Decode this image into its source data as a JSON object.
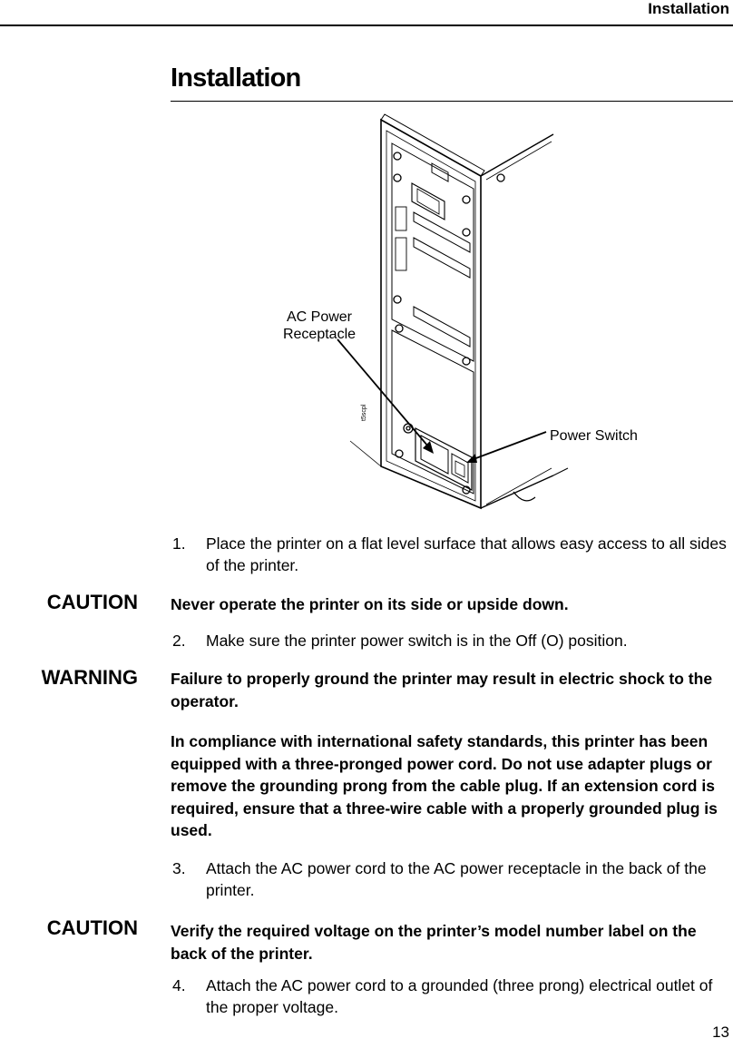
{
  "header": {
    "running_title": "Installation"
  },
  "section": {
    "title": "Installation"
  },
  "figure": {
    "callouts": {
      "ac_power_line1": "AC Power",
      "ac_power_line2": "Receptacle",
      "power_switch": "Power Switch"
    },
    "code": "t5scpl"
  },
  "steps": [
    {
      "number": "1.",
      "text": "Place the printer on a flat level surface that allows easy access to all sides of the printer."
    },
    {
      "number": "2.",
      "text": "Make sure the printer power switch is in the Off (O) position."
    },
    {
      "number": "3.",
      "text": "Attach the AC power cord to the AC power receptacle in the back of the printer."
    },
    {
      "number": "4.",
      "text": "Attach the AC power cord to a grounded (three prong) electrical outlet of the proper voltage."
    }
  ],
  "notices": [
    {
      "label": "CAUTION",
      "text": "Never operate the printer on its side or upside down."
    },
    {
      "label": "WARNING",
      "text": "Failure to properly ground the printer may result in electric shock to the operator.",
      "text2": "In compliance with international safety standards, this printer has been equipped with a three-pronged power cord. Do not use adapter plugs or remove the grounding prong from the cable plug. If an extension cord is required, ensure that a three-wire cable with a properly grounded plug is used."
    },
    {
      "label": "CAUTION",
      "text": "Verify the required voltage on the printer’s model number label on the back of the printer."
    }
  ],
  "footer": {
    "page_number": "13"
  }
}
